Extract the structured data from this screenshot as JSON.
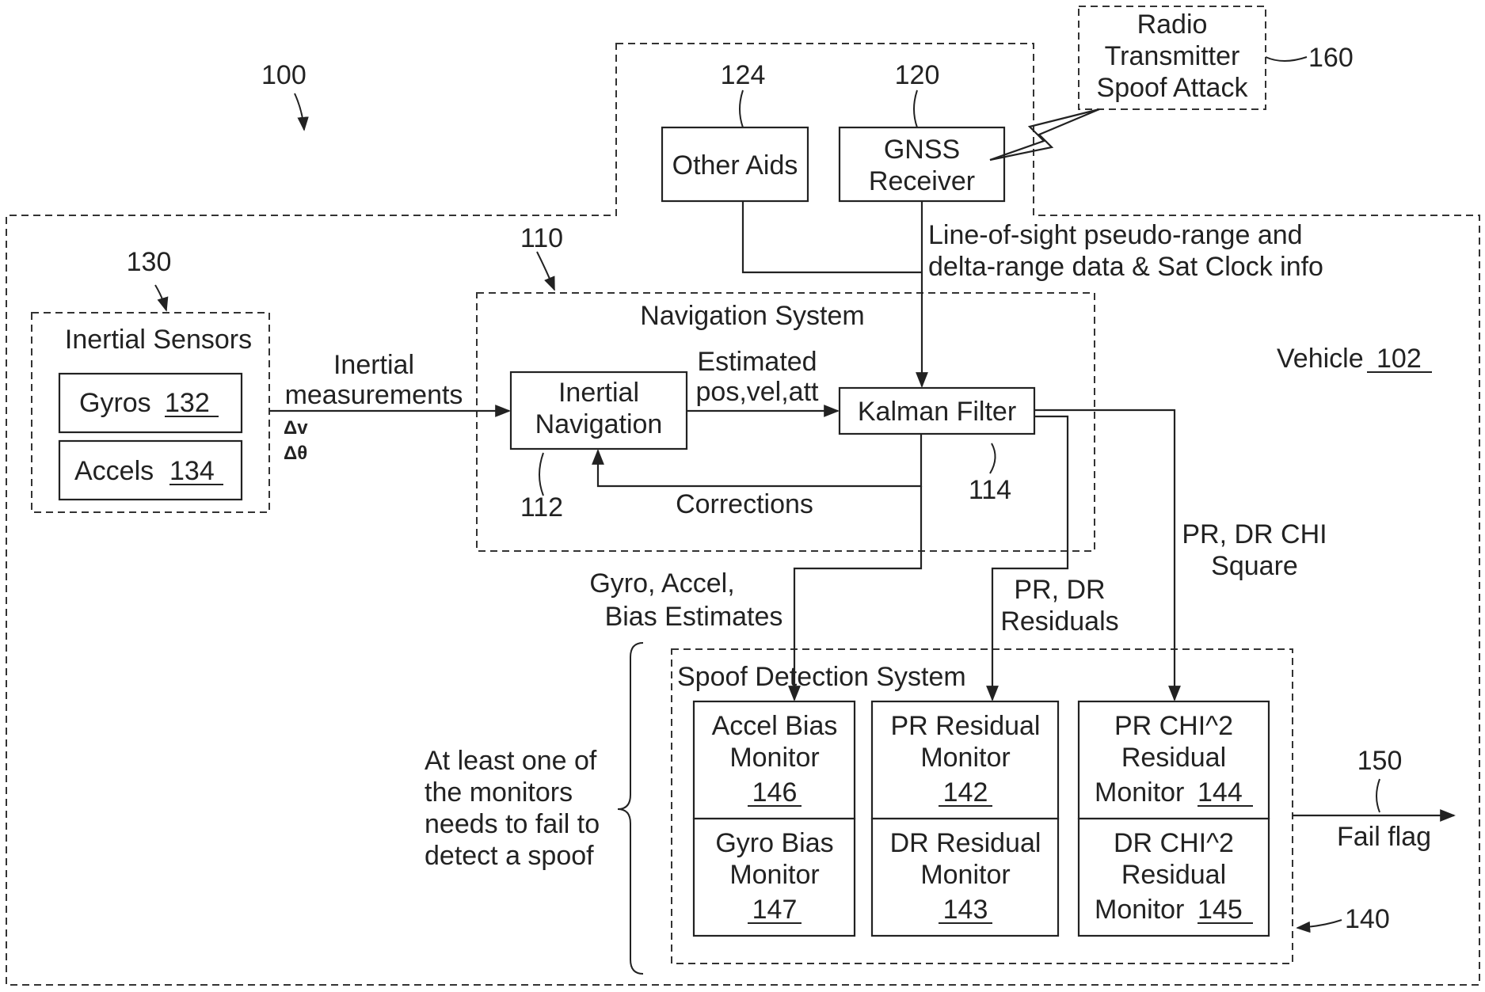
{
  "figure": {
    "number": "100",
    "vehicle": {
      "label": "Vehicle",
      "ref": "102"
    },
    "radio": {
      "lines": [
        "Radio",
        "Transmitter",
        "Spoof Attack"
      ],
      "ref": "160"
    },
    "other_aids": {
      "label": "Other Aids",
      "ref": "124"
    },
    "gnss": {
      "lines": [
        "GNSS",
        "Receiver"
      ],
      "ref": "120"
    },
    "gnss_data": {
      "lines": [
        "Line-of-sight pseudo-range and",
        "delta-range data & Sat Clock info"
      ]
    },
    "inertial_sensors": {
      "title": "Inertial Sensors",
      "ref": "130",
      "gyros": {
        "label": "Gyros",
        "ref": "132"
      },
      "accels": {
        "label": "Accels",
        "ref": "134"
      }
    },
    "inertial_measurements": {
      "lines": [
        "Inertial",
        "measurements"
      ],
      "dv": "Δv",
      "dtheta": "Δθ"
    },
    "nav_system": {
      "title": "Navigation System",
      "ref": "110",
      "inertial_nav": {
        "lines": [
          "Inertial",
          "Navigation"
        ],
        "ref": "112"
      },
      "estimated": {
        "lines": [
          "Estimated",
          "pos,vel,att"
        ]
      },
      "kalman": {
        "label": "Kalman Filter",
        "ref": "114"
      },
      "corrections": "Corrections"
    },
    "bias_estimates": {
      "lines": [
        "Gyro, Accel,",
        "Bias Estimates"
      ]
    },
    "residuals": {
      "lines": [
        "PR, DR",
        "Residuals"
      ]
    },
    "chi_square": {
      "lines": [
        "PR, DR CHI",
        "Square"
      ]
    },
    "spoof_detection": {
      "title": "Spoof Detection System",
      "ref": "140",
      "accel_bias": {
        "lines": [
          "Accel Bias",
          "Monitor"
        ],
        "ref": "146"
      },
      "gyro_bias": {
        "lines": [
          "Gyro Bias",
          "Monitor"
        ],
        "ref": "147"
      },
      "pr_residual": {
        "lines": [
          "PR Residual",
          "Monitor"
        ],
        "ref": "142"
      },
      "dr_residual": {
        "lines": [
          "DR Residual",
          "Monitor"
        ],
        "ref": "143"
      },
      "pr_chi": {
        "lines": [
          "PR CHI^2",
          "Residual"
        ],
        "mon": "Monitor",
        "ref": "144"
      },
      "dr_chi": {
        "lines": [
          "DR CHI^2",
          "Residual"
        ],
        "mon": "Monitor",
        "ref": "145"
      }
    },
    "monitor_note": {
      "lines": [
        "At least one of",
        "the monitors",
        "needs to fail to",
        "detect a spoof"
      ]
    },
    "fail_flag": {
      "label": "Fail flag",
      "ref": "150"
    }
  }
}
